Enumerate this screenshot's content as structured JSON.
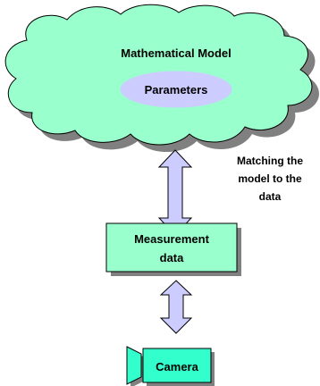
{
  "model": {
    "title": "Mathematical Model",
    "parameters_label": "Parameters"
  },
  "matching_label": {
    "line1": "Matching the",
    "line2": "model to the",
    "line3": "data"
  },
  "measurement": {
    "line1": "Measurement",
    "line2": "data"
  },
  "camera": {
    "label": "Camera"
  },
  "colors": {
    "cloud_fill": "#99ffcc",
    "ellipse_fill": "#ccccff",
    "box_fill": "#99ffcc",
    "arrow_fill": "#ccccff",
    "camera_fill": "#33ffcc",
    "shadow": "#808080",
    "stroke": "#000000"
  }
}
